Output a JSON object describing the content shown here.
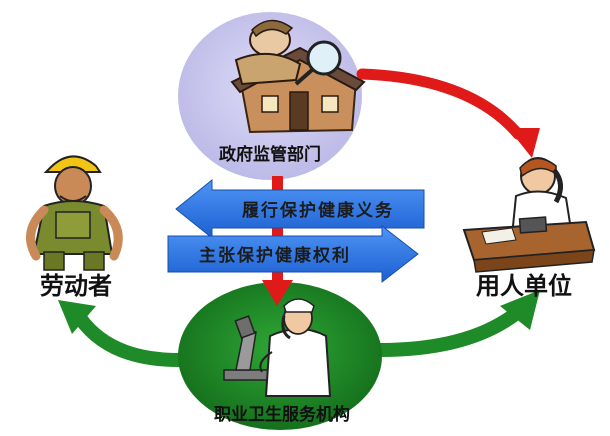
{
  "nodes": {
    "government": {
      "label": "政府监管部门"
    },
    "worker": {
      "label": "劳动者"
    },
    "employer": {
      "label": "用人单位"
    },
    "health_service": {
      "label": "职业卫生服务机构"
    }
  },
  "arrows": {
    "obligation": {
      "label": "履行保护健康义务"
    },
    "rights": {
      "label": "主张保护健康权利"
    }
  },
  "colors": {
    "gov_circle": "#c9c8ec",
    "service_circle": "#1c8a25",
    "red_arrow": "#e01919",
    "green_arrow": "#1f8a28",
    "blue_arrow": "#2c73e6"
  }
}
